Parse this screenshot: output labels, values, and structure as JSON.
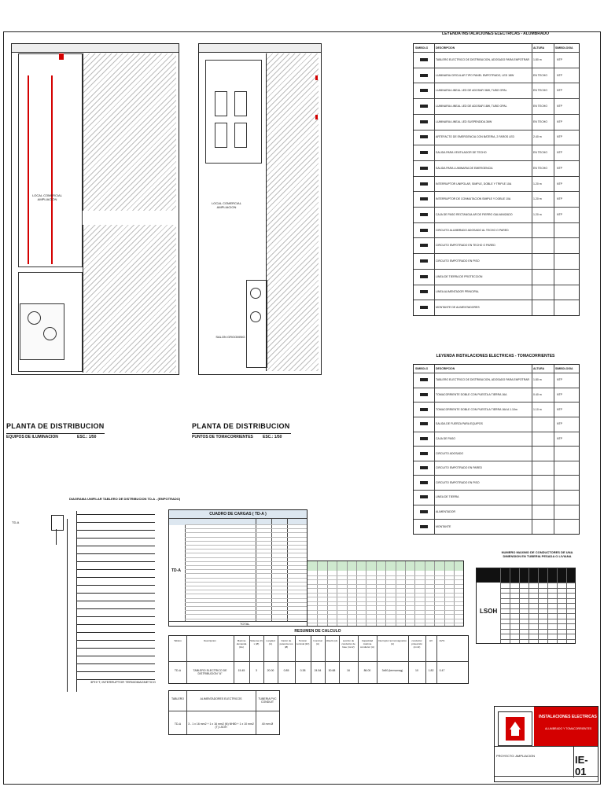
{
  "plans": {
    "left": {
      "title": "PLANTA DE DISTRIBUCION",
      "subtitle": "EQUIPOS DE ILUMINACION",
      "scale": "ESC.: 1/50",
      "room_label": "LOCAL COMERCIAL AMPLIACION"
    },
    "right": {
      "title": "PLANTA DE DISTRIBUCION",
      "subtitle": "PUNTOS DE TOMACORRIENTES",
      "scale": "ESC.: 1/50",
      "room_label": "LOCAL COMERCIAL AMPLIACION",
      "room_label_2": "SALON GROOMING"
    }
  },
  "legend_lighting": {
    "title": "LEYENDA INSTALACIONES ELECTRICAS - ALUMBRADO",
    "headers": [
      "SIMBOLO",
      "DESCRIPCION",
      "ALTURA",
      "SIMBOLOGIA"
    ],
    "rows": [
      {
        "desc": "TABLERO ELECTRICO DE DISTRIBUCION, ADOSADO PARA EMPOTRAR",
        "h": "1.80 m",
        "s": "NTP"
      },
      {
        "desc": "LUMINARIA CIRCULAR TIPO PANEL EMPOTRADO, LED 18W",
        "h": "EN TECHO",
        "s": "NTP"
      },
      {
        "desc": "LUMINARIA LINEAL LED DE ADOSAR 36W, TUBO OPAL",
        "h": "EN TECHO",
        "s": "NTP"
      },
      {
        "desc": "LUMINARIA LINEAL LED DE ADOSAR 18W, TUBO OPAL",
        "h": "EN TECHO",
        "s": "NTP"
      },
      {
        "desc": "LUMINARIA LINEAL LED SUSPENDIDA 36W",
        "h": "EN TECHO",
        "s": "NTP"
      },
      {
        "desc": "ARTEFACTO DE EMERGENCIA CON BATERIA, 2 FAROS LED",
        "h": "2.40 m",
        "s": "NTP"
      },
      {
        "desc": "SALIDA PARA VENTILADOR DE TECHO",
        "h": "EN TECHO",
        "s": "NTP"
      },
      {
        "desc": "SALIDA PARA LUMINARIA DE EMERGENCIA",
        "h": "EN TECHO",
        "s": "NTP"
      },
      {
        "desc": "INTERRUPTOR UNIPOLAR, SIMPLE, DOBLE Y TRIPLE 10A",
        "h": "1.20 m",
        "s": "NTP"
      },
      {
        "desc": "INTERRUPTOR DE CONMUTACION SIMPLE Y DOBLE 10A",
        "h": "1.20 m",
        "s": "NTP"
      },
      {
        "desc": "CAJA DE PASO RECTANGULAR DE FIERRO GALVANIZADO",
        "h": "1.20 m",
        "s": "NTP"
      },
      {
        "desc": "CIRCUITO ALUMBRADO ADOSADO AL TECHO O PARED",
        "h": "",
        "s": ""
      },
      {
        "desc": "CIRCUITO EMPOTRADO EN TECHO O PARED",
        "h": "",
        "s": ""
      },
      {
        "desc": "CIRCUITO EMPOTRADO EN PISO",
        "h": "",
        "s": ""
      },
      {
        "desc": "LINEA DE TIERRA DE PROTECCION",
        "h": "",
        "s": ""
      },
      {
        "desc": "LINEA ALIMENTADOR PRINCIPAL",
        "h": "",
        "s": ""
      },
      {
        "desc": "MONTANTE DE ALIMENTADORES",
        "h": "",
        "s": ""
      }
    ]
  },
  "legend_outlets": {
    "title": "LEYENDA INSTALACIONES ELECTRICAS - TOMACORRIENTES",
    "headers": [
      "SIMBOLO",
      "DESCRIPCION",
      "ALTURA",
      "SIMBOLOGIA"
    ],
    "rows": [
      {
        "desc": "TABLERO ELECTRICO DE DISTRIBUCION, ADOSADO PARA EMPOTRAR",
        "h": "1.80 m",
        "s": "NTP"
      },
      {
        "desc": "TOMACORRIENTE DOBLE CON PUESTA A TIERRA 16A",
        "h": "0.40 m",
        "s": "NTP"
      },
      {
        "desc": "TOMACORRIENTE DOBLE CON PUESTA A TIERRA 16A A 1.10m",
        "h": "1.10 m",
        "s": "NTP"
      },
      {
        "desc": "SALIDA DE FUERZA PARA EQUIPOS",
        "h": "",
        "s": "NTP"
      },
      {
        "desc": "CAJA DE PASO",
        "h": "",
        "s": "NTP"
      },
      {
        "desc": "CIRCUITO ADOSADO",
        "h": "",
        "s": ""
      },
      {
        "desc": "CIRCUITO EMPOTRADO EN PARED",
        "h": "",
        "s": ""
      },
      {
        "desc": "CIRCUITO EMPOTRADO EN PISO",
        "h": "",
        "s": ""
      },
      {
        "desc": "LINEA DE TIERRA",
        "h": "",
        "s": ""
      },
      {
        "desc": "ALIMENTADOR",
        "h": "",
        "s": ""
      },
      {
        "desc": "MONTANTE",
        "h": "",
        "s": ""
      }
    ]
  },
  "unifilar": {
    "title": "DIAGRAMA UNIFILAR TABLERO DE DISTRIBUCION TD-A - (EMPOTRADO)",
    "footer": "3PH+T, INTERRUPTOR TERMOMAGNETICO",
    "tag": "TD-A"
  },
  "load_table": {
    "title": "CUADRO DE CARGAS ( TD-A )",
    "tag": "TD-A",
    "total": "TOTAL"
  },
  "calc": {
    "title": "RESUMEN DE CALCULO",
    "headers": [
      "Tablero",
      "Descripcion",
      "Maxima demanda (kw)",
      "Sistema (V) x (Ø)",
      "Longitud (m)",
      "Factor de potencia cos (Ø)",
      "Tension nominal (kV)",
      "Inominal (A)",
      "Idiseño (A)",
      "sección de conductor de fase (mm2)",
      "Capacidad máxima conductor (A)",
      "Interruptor termomagnetico (A)",
      "conductor protección (mm2)",
      "ΔV",
      "ΔV%"
    ],
    "row": [
      "TD-A",
      "TABLERO ELECTRICO DE DISTRIBUCION \"A\"",
      "15.45",
      "3",
      "20.00",
      "0.85",
      "0.38",
      "24.54",
      "30.68",
      "16",
      "86.00",
      "3x50 (termomag)",
      "10",
      "1.82",
      "0.47"
    ]
  },
  "feeder": {
    "headers": [
      "TABLERO",
      "ALIMENTADORES ELECTRICOS",
      "TUBERIA PVC CONDUIT"
    ],
    "row": [
      "TD-A",
      "3 - 1 x 16 mm2 + 1 x 16 mm2 (N) NH80 + 1 x 10 mm2 (T) LSOH",
      "40 mm Ø"
    ]
  },
  "cable_table": {
    "title": "NUMERO MAXIMO DE CONDUCTORES DE UNA DIMENSION EN TUBERIA PESADA O LIVIANA",
    "type": "LSOH"
  },
  "title_block": {
    "company": "INSTALACIONES ELECTRICAS",
    "subject": "ALUMBRADO Y TOMACORRIENTES",
    "project": "PROYECTO: AMPLIACION",
    "sheet": "IE-01"
  }
}
